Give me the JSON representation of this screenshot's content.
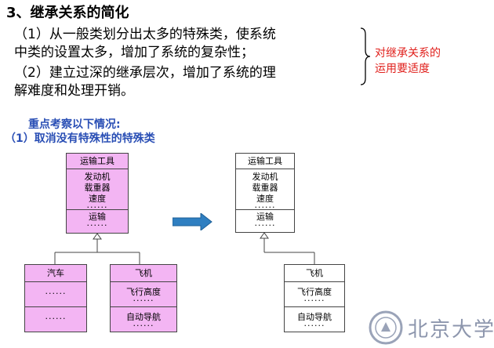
{
  "heading": "3、继承关系的简化",
  "para1": {
    "line1": "（1）从一般类划分出太多的特殊类，使系统",
    "line2": "中类的设置太多，增加了系统的复杂性；"
  },
  "para2": {
    "line1": "（2）建立过深的继承层次，增加了系统的理",
    "line2": "解难度和处理开销。"
  },
  "note": {
    "line1": "对继承关系的",
    "line2": "运用要适度"
  },
  "focus": "重点考察以下情况:",
  "case1": "（1）取消没有特殊性的特殊类",
  "left_diagram": {
    "parent": {
      "name": "运输工具",
      "attrs": [
        "发动机",
        "载重器",
        "速度",
        "······"
      ],
      "ops": [
        "运输",
        "······"
      ]
    },
    "child1": {
      "name": "汽车",
      "attrs": [
        "······"
      ],
      "ops": [
        "······"
      ]
    },
    "child2": {
      "name": "飞机",
      "attrs": [
        "飞行高度",
        "······"
      ],
      "ops": [
        "自动导航",
        "······"
      ]
    }
  },
  "right_diagram": {
    "parent": {
      "name": "运输工具",
      "attrs": [
        "发动机",
        "载重器",
        "速度",
        "······"
      ],
      "ops": [
        "运输",
        "······"
      ]
    },
    "child": {
      "name": "飞机",
      "attrs": [
        "飞行高度",
        "······"
      ],
      "ops": [
        "自动导航",
        "······"
      ]
    }
  },
  "watermark": "北京大学",
  "colors": {
    "class_fill": "#f3b5f3",
    "arrow": "#2f7fc1",
    "note": "#e0201c",
    "subheading": "#2a4fb5"
  }
}
